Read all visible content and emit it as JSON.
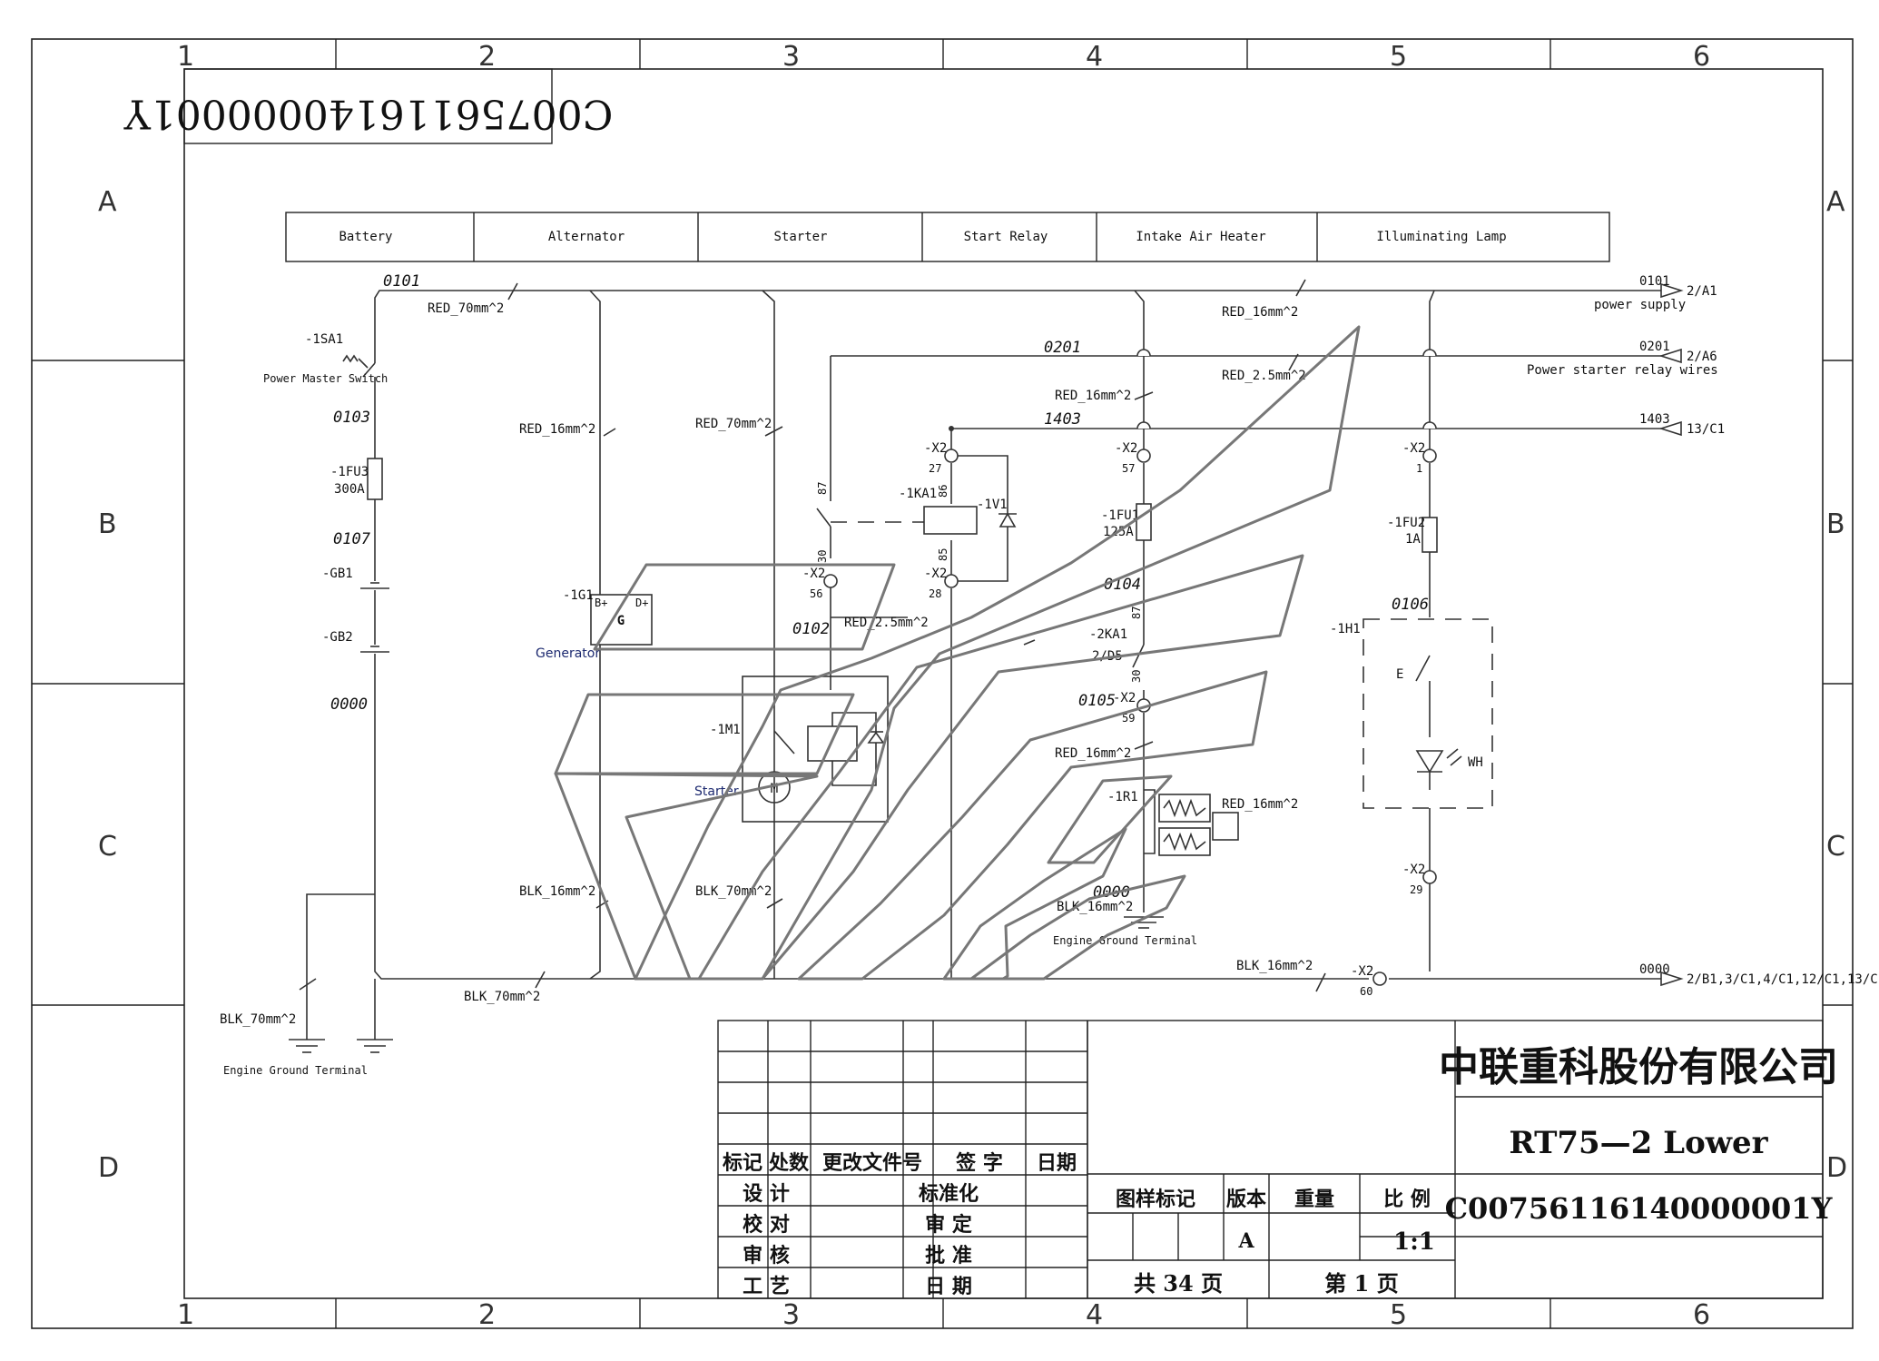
{
  "drawing_no_upside_down": "C00756116140000001Y",
  "grid": {
    "columns": [
      "1",
      "2",
      "3",
      "4",
      "5",
      "6"
    ],
    "rows": [
      "A",
      "B",
      "C",
      "D"
    ]
  },
  "header": [
    "Battery",
    "Alternator",
    "Starter",
    "Start Relay",
    "Intake Air Heater",
    "Illuminating Lamp"
  ],
  "nets": {
    "n0101": "0101",
    "n0103": "0103",
    "n0107": "0107",
    "n0000": "0000",
    "n0201": "0201",
    "n1403": "1403",
    "n0102": "0102",
    "n0104": "0104",
    "n0105": "0105",
    "n0106": "0106",
    "n0000b": "0000"
  },
  "wires": {
    "red70_top": "RED_70mm^2",
    "red16_top": "RED_16mm^2",
    "red16_alt": "RED_16mm^2",
    "red70_st": "RED_70mm^2",
    "red16_b": "RED_16mm^2",
    "red25_top": "RED_2.5mm^2",
    "red25": "RED_2.5mm^2",
    "red16_c": "RED_16mm^2",
    "red16_heater": "RED_16mm^2",
    "blk16_alt": "BLK_16mm^2",
    "blk70_st": "BLK_70mm^2",
    "blk16_heat": "BLK_16mm^2",
    "blk70_bot": "BLK_70mm^2",
    "blk16_bot": "BLK_16mm^2",
    "blk70_gnd": "BLK_70mm^2"
  },
  "components": {
    "sa1": "-1SA1",
    "sa1_desc": "Power Master Switch",
    "fu3": "-1FU3",
    "fu3_rating": "300A",
    "gb1": "-GB1",
    "gb2": "-GB2",
    "g1": "-1G1",
    "g_sym": "G",
    "b_plus": "B+",
    "d_plus": "D+",
    "generator": "Generator",
    "m1": "-1M1",
    "starter": "Starter",
    "m_sym": "M",
    "ka1": "-1KA1",
    "v1": "-1V1",
    "fu1": "-1FU1",
    "fu1_rating": "125A",
    "ka2": "-2KA1",
    "ka2_ref": "2/D5",
    "r1": "-1R1",
    "fu2": "-1FU2",
    "fu2_rating": "1A",
    "h1": "-1H1",
    "wh": "WH",
    "e_sym": "E",
    "engine_ground": "Engine Ground Terminal",
    "engine_ground2": "Engine Ground Terminal"
  },
  "terminals": {
    "x2": "-X2",
    "t27": "27",
    "t28": "28",
    "t56": "56",
    "t57": "57",
    "t59": "59",
    "t1": "1",
    "t29": "29",
    "t60": "60",
    "p87": "87",
    "p30": "30",
    "p86": "86",
    "p85": "85",
    "p87b": "87",
    "p30b": "30"
  },
  "outputs": {
    "o1_net": "0101",
    "o1_desc": "power supply",
    "o1_ref": "2/A1",
    "o2_net": "0201",
    "o2_desc": "Power starter relay wires",
    "o2_ref": "2/A6",
    "o3_net": "1403",
    "o3_ref": "13/C1",
    "o4_net": "0000",
    "o4_ref": "2/B1,3/C1,4/C1,12/C1,13/C1"
  },
  "title_block": {
    "company": "中联重科股份有限公司",
    "model": "RT75—2 Lower",
    "drawing_no": "C00756116140000001Y",
    "rev_headers": [
      "标记",
      "处数",
      "更改文件号",
      "签 字",
      "日期"
    ],
    "roles_left": [
      "设 计",
      "校 对",
      "审 核",
      "工 艺"
    ],
    "roles_right": [
      "标准化",
      "审 定",
      "批 准",
      "日 期"
    ],
    "col_headers": [
      "图样标记",
      "版本",
      "重量",
      "比 例"
    ],
    "version": "A",
    "scale": "1:1",
    "total_pages": "共 34 页",
    "page_no": "第 1 页"
  }
}
